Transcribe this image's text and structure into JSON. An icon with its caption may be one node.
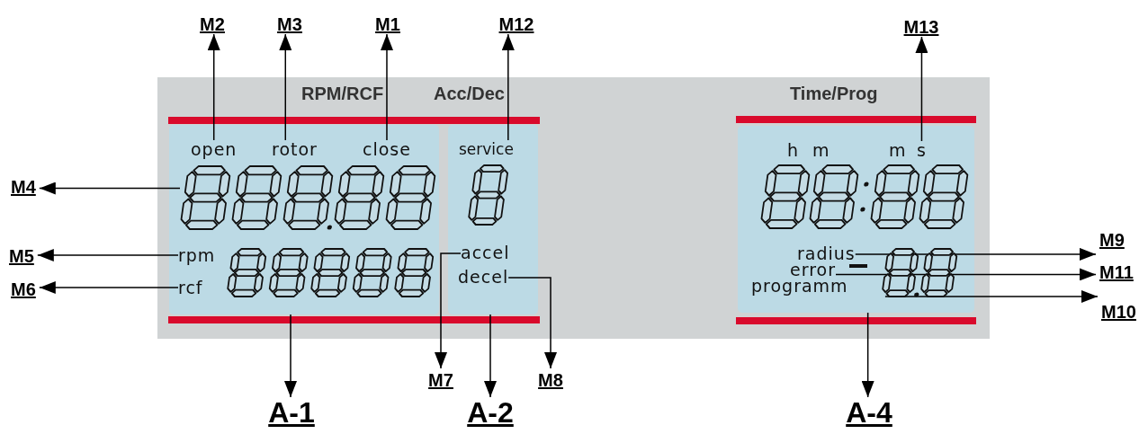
{
  "diagram": {
    "nodes": [
      {
        "text": [
          "RPM/RCF",
          "Acc/Dec",
          "Time/Prog"
        ]
      },
      {
        "text": [],
        "shape": "box",
        "in": 0
      },
      {
        "text": [
          "open"
        ],
        "in": 1
      },
      {
        "text": [
          "rotor"
        ],
        "in": 1
      },
      {
        "text": [
          "close"
        ],
        "in": 1
      },
      {
        "text": [],
        "shape": "picture",
        "in": 1
      },
      {
        "text": [
          "rpm"
        ],
        "in": 1
      },
      {
        "text": [
          "rcf"
        ],
        "in": 1
      },
      {
        "text": [],
        "shape": "picture",
        "in": 1
      },
      {
        "text": [],
        "shape": "box",
        "in": 0
      },
      {
        "text": [
          "service"
        ],
        "in": 9
      },
      {
        "text": [],
        "shape": "picture",
        "in": 9
      },
      {
        "text": [
          "accel"
        ],
        "in": 9
      },
      {
        "text": [
          "decel"
        ],
        "in": 9
      },
      {
        "text": [],
        "shape": "box",
        "in": 0
      },
      {
        "text": [
          "h m"
        ],
        "in": 14
      },
      {
        "text": [
          "m"
        ],
        "in": 14
      },
      {
        "text": [
          "s"
        ],
        "in": 14
      },
      {
        "text": [],
        "shape": "picture",
        "in": 14
      },
      {
        "text": [
          "radius"
        ],
        "in": 14
      },
      {
        "text": [
          "error"
        ],
        "in": 14
      },
      {
        "text": [
          "programm"
        ],
        "in": 14
      },
      {
        "text": [],
        "shape": "picture",
        "in": 14
      },
      {
        "text": [
          "M2"
        ]
      },
      {
        "text": [
          "M3"
        ]
      },
      {
        "text": [
          "M1"
        ]
      },
      {
        "text": [
          "M12"
        ]
      },
      {
        "text": [
          "M13"
        ]
      },
      {
        "text": [
          "M4"
        ]
      },
      {
        "text": [
          "M9"
        ]
      },
      {
        "text": [
          "M5"
        ]
      },
      {
        "text": [
          "M11"
        ]
      },
      {
        "text": [
          "M6"
        ]
      },
      {
        "text": [
          "M10"
        ]
      },
      {
        "text": [
          "M7"
        ]
      },
      {
        "text": [
          "M8"
        ]
      },
      {
        "text": [
          "A-1"
        ]
      },
      {
        "text": [
          "A-2"
        ]
      },
      {
        "text": [
          "A-4"
        ]
      }
    ],
    "edges": [
      {
        "from": 2,
        "to": 23,
        "arrow": "to"
      },
      {
        "from": 3,
        "to": 24,
        "arrow": "to"
      },
      {
        "from": 4,
        "to": 25,
        "arrow": "to"
      },
      {
        "from": 10,
        "to": 26,
        "arrow": "to"
      },
      {
        "from": 17,
        "to": 27,
        "arrow": "to"
      },
      {
        "from": 5,
        "to": 28,
        "arrow": "to"
      },
      {
        "from": 6,
        "to": 30,
        "arrow": "to"
      },
      {
        "from": 7,
        "to": 32,
        "arrow": "to"
      },
      {
        "from": 12,
        "to": 34,
        "arrow": "to"
      },
      {
        "from": 13,
        "to": 35,
        "arrow": "to"
      },
      {
        "from": 1,
        "to": 36,
        "arrow": "to"
      },
      {
        "from": 9,
        "to": 37,
        "arrow": "to"
      },
      {
        "from": 14,
        "to": 38,
        "arrow": "to"
      },
      {
        "from": 19,
        "to": 29,
        "arrow": "to"
      },
      {
        "from": 20,
        "to": 31,
        "arrow": "to"
      },
      {
        "from": 22,
        "to": 33,
        "arrow": "to"
      }
    ]
  }
}
